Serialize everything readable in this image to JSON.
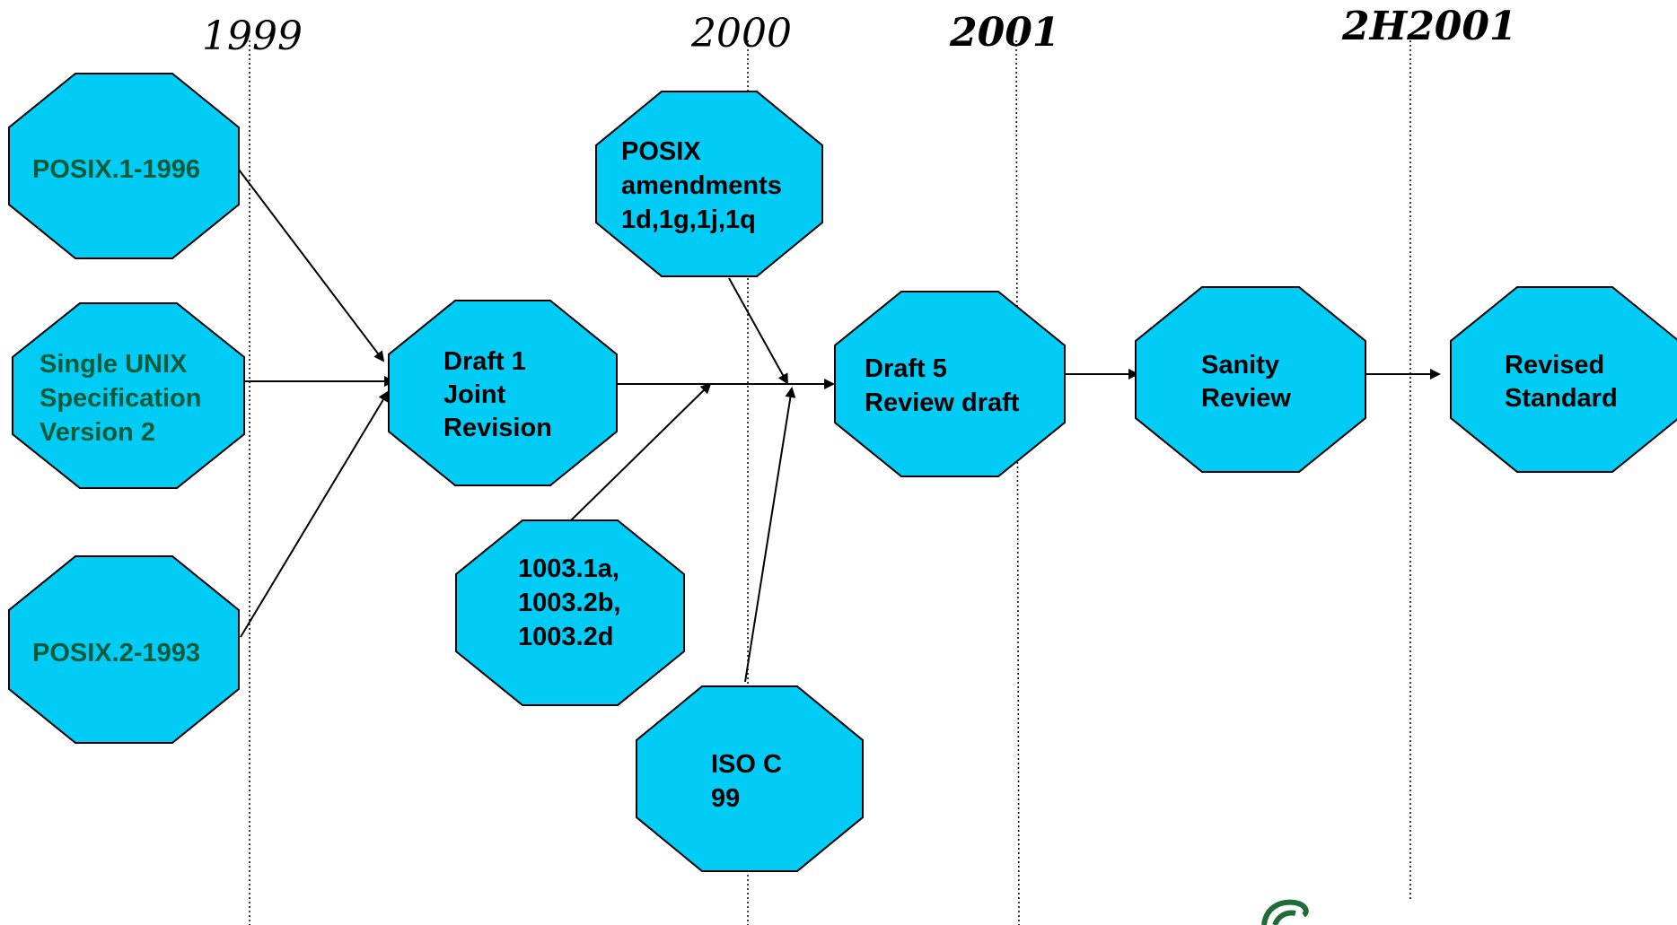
{
  "timeline": [
    {
      "id": "y1999",
      "label": "1999",
      "style": "italic"
    },
    {
      "id": "y2000",
      "label": "2000",
      "style": "italic"
    },
    {
      "id": "y2001",
      "label": "2001",
      "style": "bold-italic"
    },
    {
      "id": "y2h2001",
      "label": "2H2001",
      "style": "bold-italic"
    }
  ],
  "colors": {
    "node_fill": "#00ccf5",
    "source_text": "#0d5a3a",
    "main_text": "#000000"
  },
  "nodes": [
    {
      "id": "posix1-1996",
      "lines": [
        "POSIX.1-1996"
      ],
      "text_color": "source"
    },
    {
      "id": "sus-v2",
      "lines": [
        "Single UNIX",
        "Specification",
        "Version 2"
      ],
      "text_color": "source"
    },
    {
      "id": "posix2-1993",
      "lines": [
        "POSIX.2-1993"
      ],
      "text_color": "source"
    },
    {
      "id": "draft1",
      "lines": [
        "Draft 1",
        "Joint",
        "Revision"
      ],
      "text_color": "main"
    },
    {
      "id": "posix-amend",
      "lines": [
        "POSIX",
        "amendments",
        "1d,1g,1j,1q"
      ],
      "text_color": "main"
    },
    {
      "id": "amend-1003",
      "lines": [
        "1003.1a,",
        "1003.2b,",
        "1003.2d"
      ],
      "text_color": "main"
    },
    {
      "id": "iso-c99",
      "lines": [
        "ISO C",
        "99"
      ],
      "text_color": "main"
    },
    {
      "id": "draft5",
      "lines": [
        "Draft 5",
        "Review draft"
      ],
      "text_color": "main"
    },
    {
      "id": "sanity",
      "lines": [
        "Sanity",
        "Review"
      ],
      "text_color": "main"
    },
    {
      "id": "revised",
      "lines": [
        "Revised",
        "Standard"
      ],
      "text_color": "main"
    }
  ],
  "edges": [
    {
      "from": "posix1-1996",
      "to": "draft1"
    },
    {
      "from": "sus-v2",
      "to": "draft1"
    },
    {
      "from": "posix2-1993",
      "to": "draft1"
    },
    {
      "from": "draft1",
      "to": "draft5"
    },
    {
      "from": "amend-1003",
      "to": "draft5"
    },
    {
      "from": "posix-amend",
      "to": "draft5"
    },
    {
      "from": "iso-c99",
      "to": "draft5"
    },
    {
      "from": "draft5",
      "to": "sanity"
    },
    {
      "from": "sanity",
      "to": "revised"
    }
  ]
}
